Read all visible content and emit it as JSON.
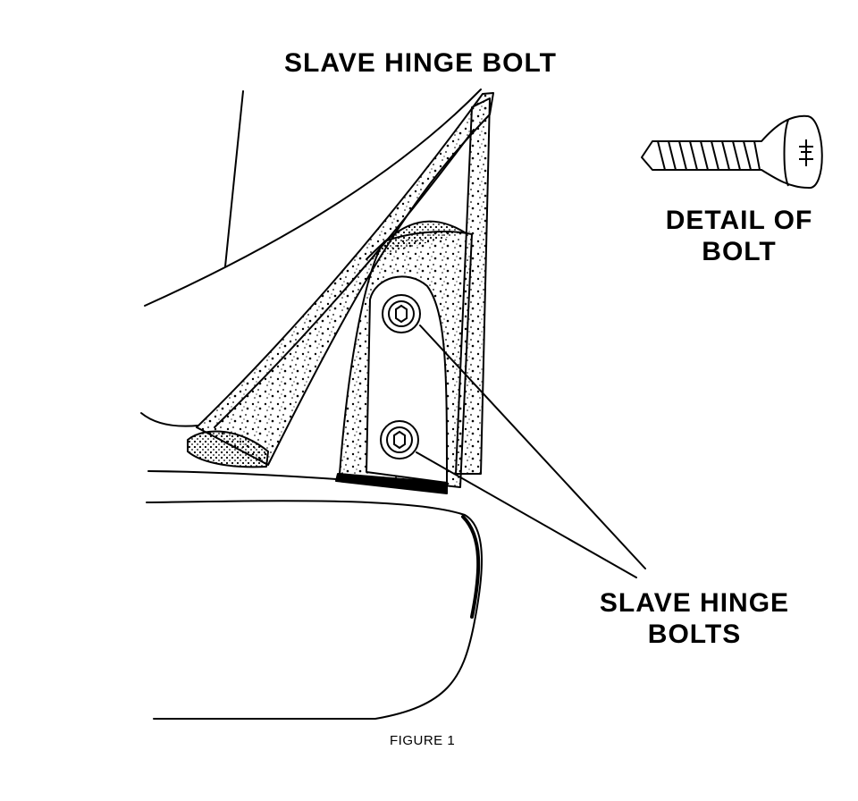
{
  "labels": {
    "top": "SLAVE HINGE BOLT",
    "detail_line1": "DETAIL OF",
    "detail_line2": "BOLT",
    "bolts_line1": "SLAVE HINGE",
    "bolts_line2": "BOLTS",
    "caption": "FIGURE 1"
  },
  "colors": {
    "ink": "#000000",
    "paper": "#ffffff"
  }
}
